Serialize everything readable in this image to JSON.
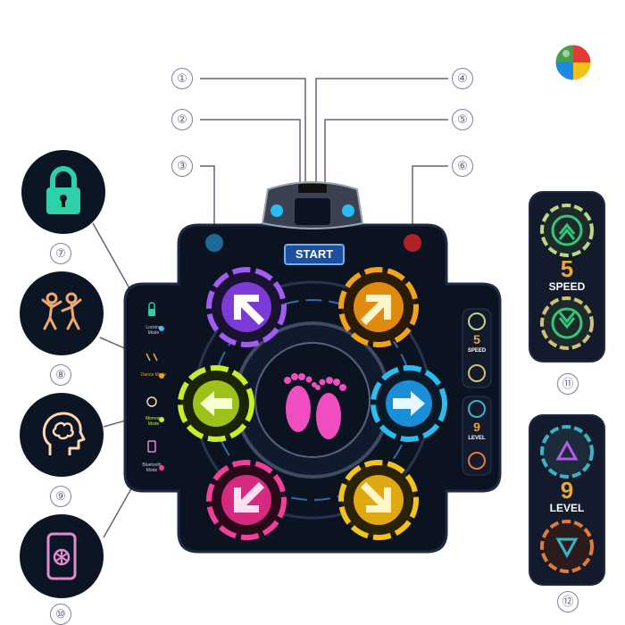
{
  "callouts": {
    "c1": "①",
    "c2": "②",
    "c3": "③",
    "c4": "④",
    "c5": "⑤",
    "c6": "⑥",
    "c7": "⑦",
    "c8": "⑧",
    "c9": "⑨",
    "c10": "⑩",
    "c11": "⑪",
    "c12": "⑫"
  },
  "mat": {
    "start_label": "START",
    "left_labels": {
      "locking": "Locking Mode",
      "dance": "Dance Mode",
      "memory": "Memory Mode",
      "bluetooth": "Bluetooth Mode"
    },
    "speed_value": "5",
    "speed_label": "SPEED",
    "level_value": "9",
    "level_label": "LEVEL"
  },
  "speed_panel": {
    "value": "5",
    "label": "SPEED"
  },
  "level_panel": {
    "value": "9",
    "label": "LEVEL"
  },
  "colors": {
    "mat_bg": "#0b1220",
    "pad_purple": "#a25cf2",
    "pad_orange": "#f2a21c",
    "pad_green": "#c8ee2a",
    "pad_blue": "#2bbcf2",
    "pad_pink": "#f23f9a",
    "pad_yellow": "#f2c31c",
    "feet": "#f04ec0",
    "speed_accent": "#35c67a",
    "level_accent": "#b45ae8"
  },
  "icons": [
    "lock-icon",
    "dancers-icon",
    "brain-head-icon",
    "phone-bluetooth-icon",
    "colorful-ball-logo"
  ]
}
